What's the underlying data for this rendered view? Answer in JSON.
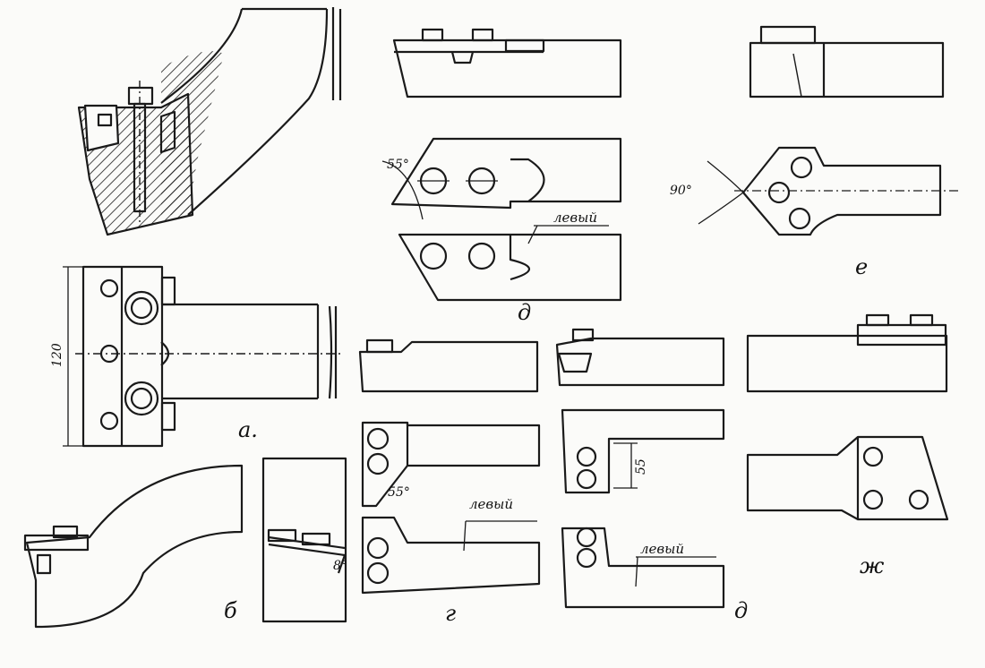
{
  "figure": {
    "labels": {
      "a": "a.",
      "b": "б",
      "d_upper": "д",
      "d_lower": "д",
      "e": "е",
      "g": "г",
      "zh": "ж"
    },
    "annotations": {
      "left_upper": "левый",
      "left_middle": "левый",
      "left_lower": "левый"
    },
    "dimensions": {
      "height_120": "120",
      "dim_55": "55",
      "angle_55_upper": "55°",
      "angle_55_lower": "55°",
      "angle_90": "90°",
      "angle_8": "8°"
    },
    "colors": {
      "ink": "#1a1a1a",
      "paper": "#fbfbf9"
    }
  }
}
